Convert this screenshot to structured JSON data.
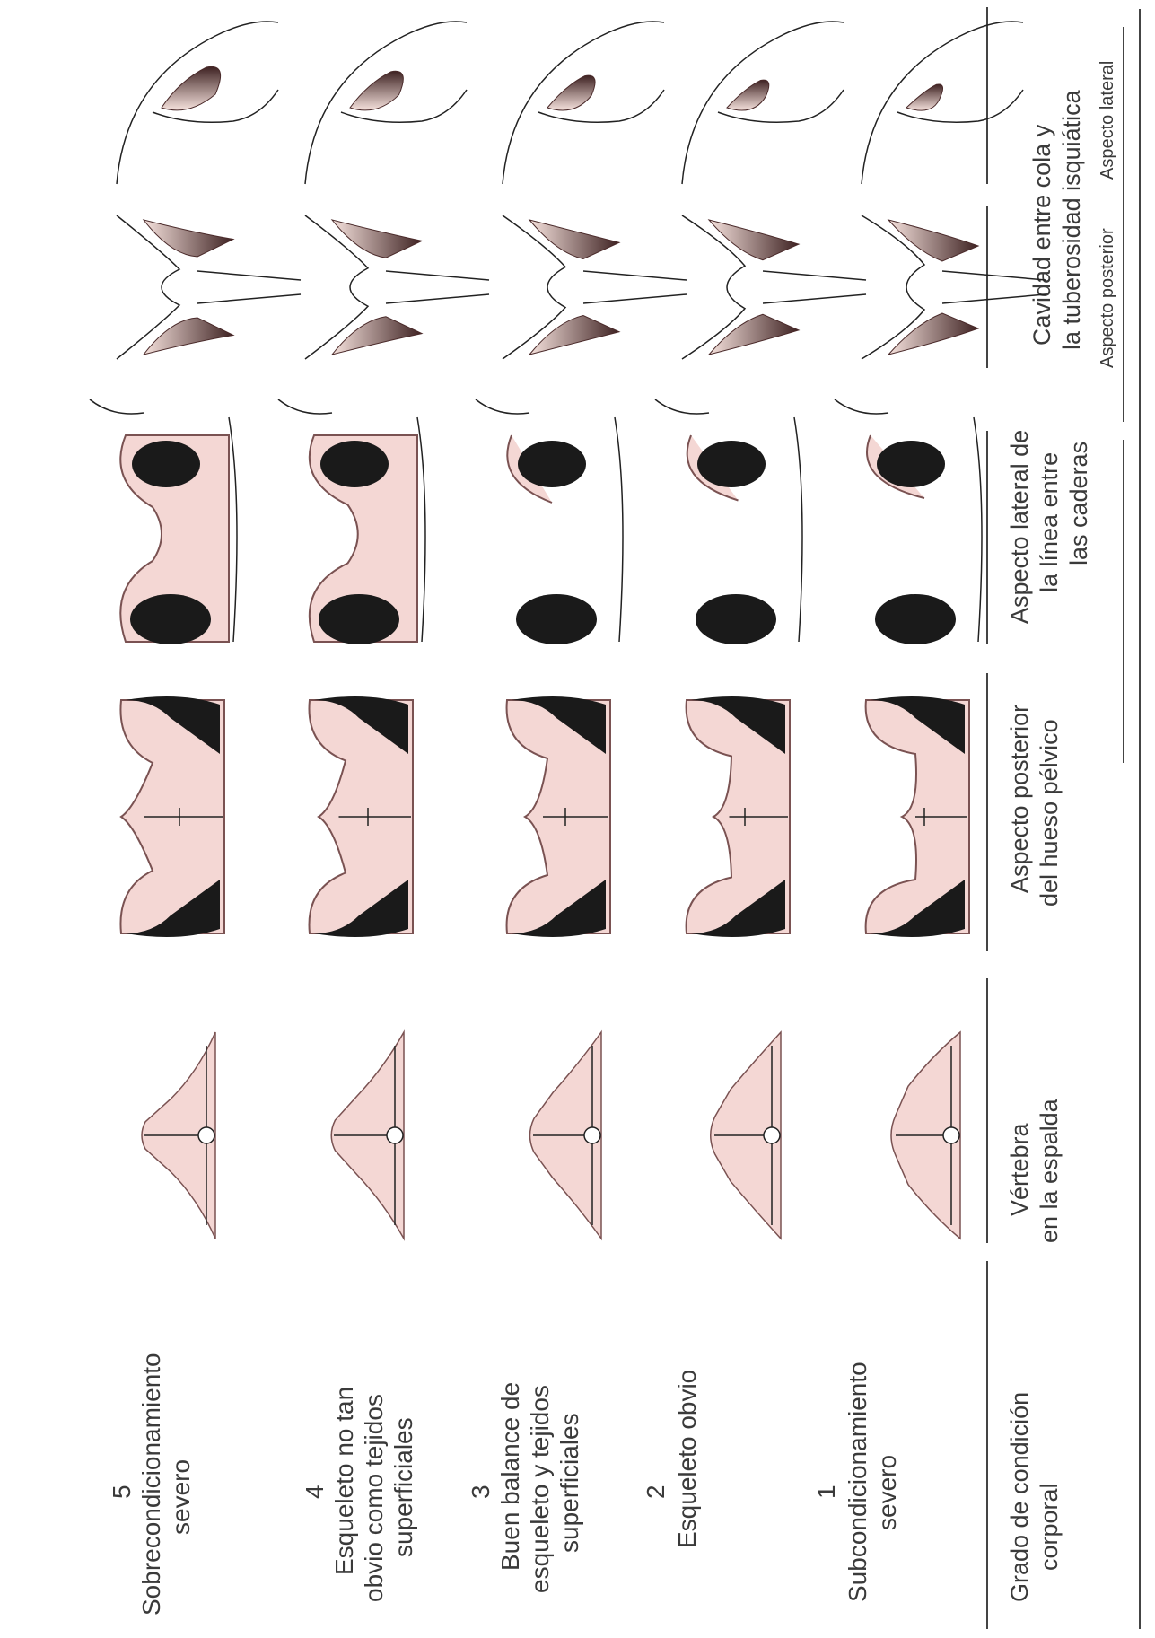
{
  "headers": {
    "grade": [
      "Grado de  condición",
      "corporal"
    ],
    "vertebra": [
      "Vértebra",
      "en la espalda"
    ],
    "pelvis_posterior": [
      "Aspecto posterior",
      "del hueso pélvico"
    ],
    "hip_lateral": [
      "Aspecto lateral de",
      "la línea entre",
      "las caderas"
    ],
    "cavity": [
      "Cavidad entre cola y",
      "la tuberosidad isquiática"
    ],
    "cavity_posterior": "Aspecto posterior",
    "cavity_lateral": "Aspecto lateral"
  },
  "grades": [
    {
      "number": "1",
      "desc": [
        "Subcondicionamiento",
        "severo"
      ]
    },
    {
      "number": "2",
      "desc": [
        "Esqueleto obvio"
      ]
    },
    {
      "number": "3",
      "desc": [
        "Buen balance de",
        "esqueleto  y tejidos",
        "superficiales"
      ]
    },
    {
      "number": "4",
      "desc": [
        "Esqueleto no tan",
        "obvio como tejidos",
        "superficiales"
      ]
    },
    {
      "number": "5",
      "desc": [
        "Sobrecondicionamiento",
        "severo"
      ]
    }
  ],
  "colors": {
    "tissue": "#f4d7d4",
    "tissue_outline": "#7a5252",
    "bone": "#1a1a1a",
    "cavity_dark": "#4a2a2a",
    "line": "#222222"
  }
}
